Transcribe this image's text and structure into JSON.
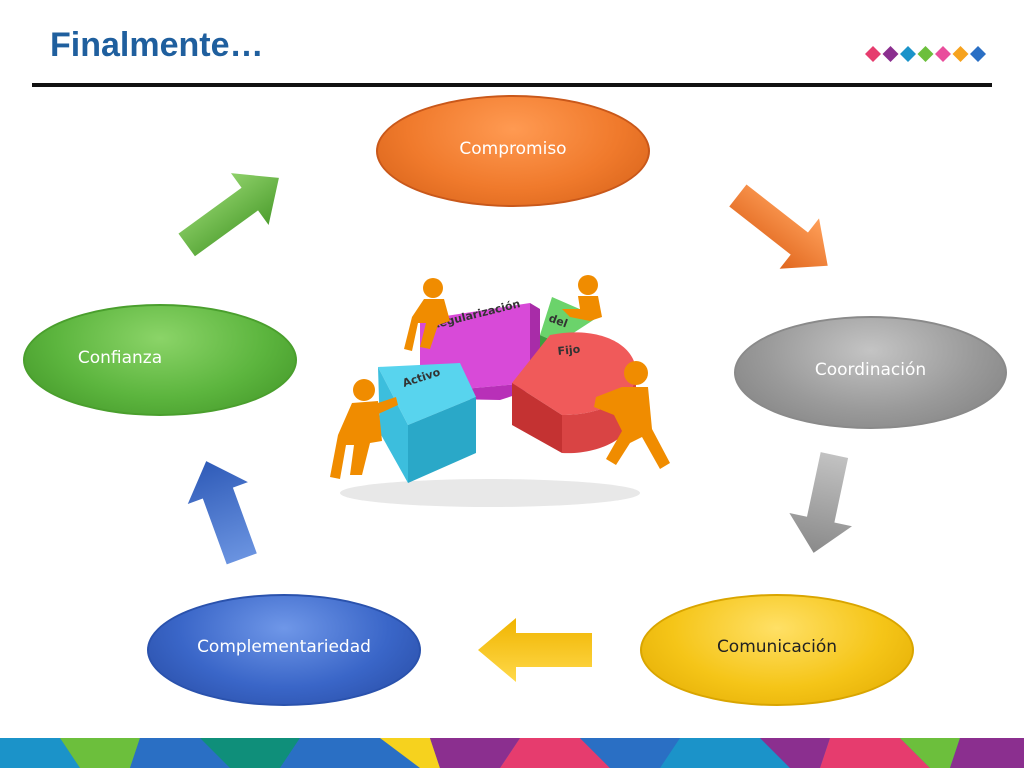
{
  "slide": {
    "title": "Finalmente…"
  },
  "nodes": {
    "compromiso": {
      "label": "Compromiso",
      "color": "#f07a2c"
    },
    "coordinacion": {
      "label": "Coordinación",
      "color": "#9a9a9a"
    },
    "comunicacion": {
      "label": "Comunicación",
      "color": "#f5c518"
    },
    "complementariedad": {
      "label": "Complementariedad",
      "color": "#3a66c8"
    },
    "confianza": {
      "label": "Confianza",
      "color": "#5cb53e"
    }
  },
  "illustration": {
    "pieces": [
      "Regularización",
      "del",
      "Activo",
      "Fijo"
    ],
    "icon": "figures-assembling-pie-icon"
  },
  "colors": {
    "title": "#1f5f9e",
    "accent_diamonds": [
      "#e63c6e",
      "#8b2f8f",
      "#1b93c9",
      "#6cbf3c",
      "#e94e9c",
      "#f6a21e",
      "#2a6fc4"
    ]
  }
}
